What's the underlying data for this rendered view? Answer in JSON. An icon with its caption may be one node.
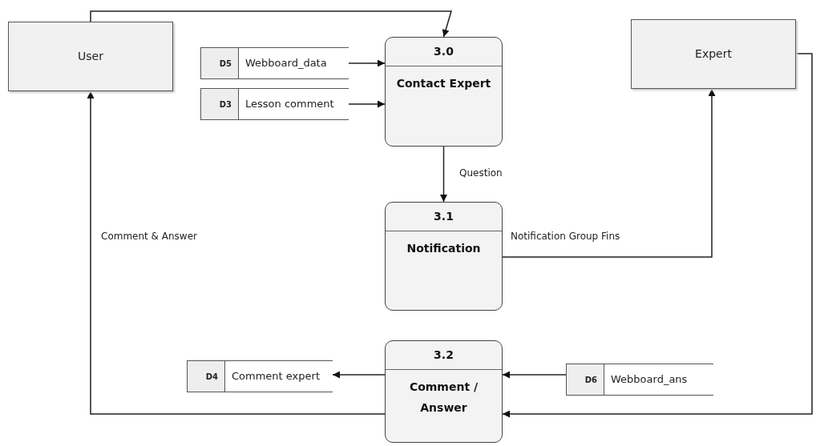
{
  "diagram": {
    "nodes": [
      {
        "text": [
          "User"
        ]
      },
      {
        "text": [
          "D5",
          "Webboard_data"
        ]
      },
      {
        "text": [
          "D3",
          "Lesson comment"
        ]
      },
      {
        "text": [
          "3.0",
          "Contact Expert"
        ]
      },
      {
        "text": [
          "Expert"
        ]
      },
      {
        "text": [
          "3.1",
          "Notification"
        ]
      },
      {
        "text": [
          "3.2",
          "Comment / Answer"
        ]
      },
      {
        "text": [
          "D4",
          "Comment expert"
        ]
      },
      {
        "text": [
          "D6",
          "Webboard_ans"
        ]
      }
    ],
    "edges": [
      {
        "from": 0,
        "to": 3,
        "arrow": "to"
      },
      {
        "from": 1,
        "to": 3,
        "arrow": "to"
      },
      {
        "from": 2,
        "to": 3,
        "arrow": "to"
      },
      {
        "from": 3,
        "to": 5,
        "arrow": "to",
        "label": "Question"
      },
      {
        "from": 5,
        "to": 4,
        "arrow": "to",
        "label": "Notification Group Fins"
      },
      {
        "from": 6,
        "to": 0,
        "arrow": "to",
        "label": "Comment & Answer"
      },
      {
        "from": 6,
        "to": 7,
        "arrow": "to"
      },
      {
        "from": 8,
        "to": 6,
        "arrow": "to"
      },
      {
        "from": 4,
        "to": 6,
        "arrow": "to"
      }
    ]
  }
}
